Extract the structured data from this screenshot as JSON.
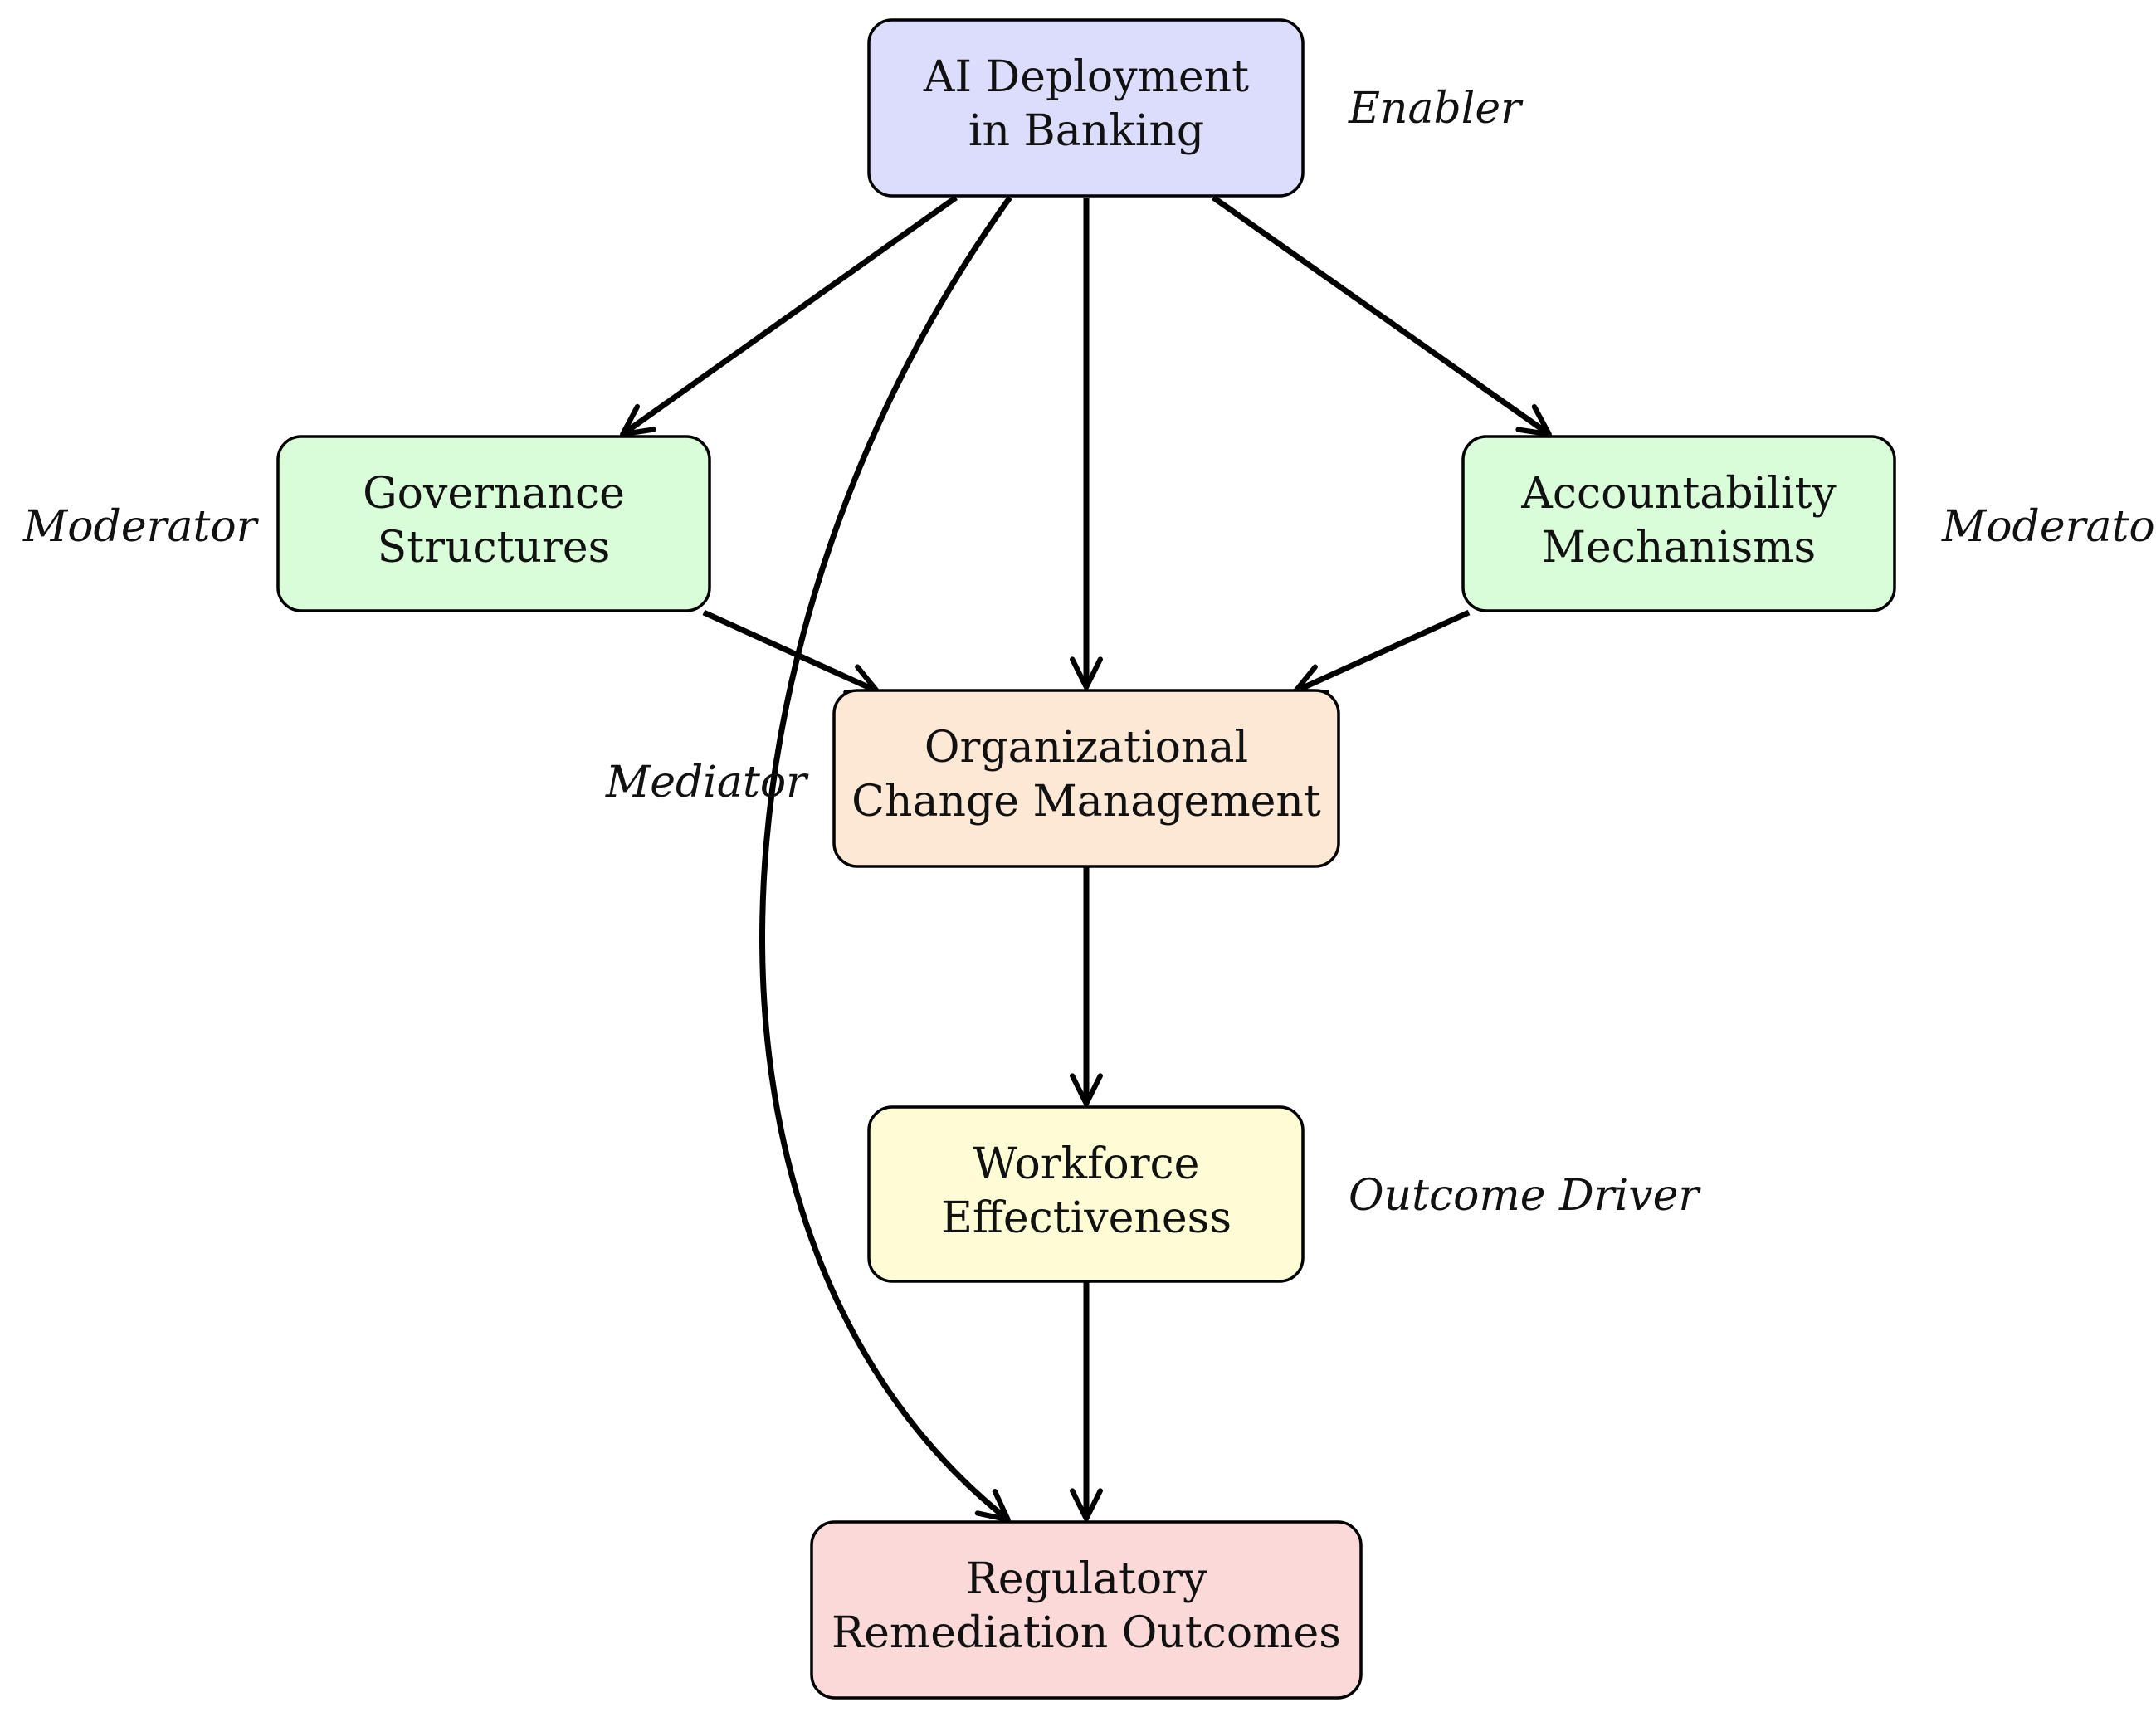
{
  "nodes": {
    "ai": {
      "line1": "AI Deployment",
      "line2": "in Banking",
      "fill": "#dcdcfc"
    },
    "governance": {
      "line1": "Governance",
      "line2": "Structures",
      "fill": "#d9fcd9"
    },
    "accountability": {
      "line1": "Accountability",
      "line2": "Mechanisms",
      "fill": "#d9fcd9"
    },
    "ocm": {
      "line1": "Organizational",
      "line2": "Change Management",
      "fill": "#fde8d5"
    },
    "workforce": {
      "line1": "Workforce",
      "line2": "Effectiveness",
      "fill": "#fdfcd5"
    },
    "regulatory": {
      "line1": "Regulatory",
      "line2": "Remediation Outcomes",
      "fill": "#fcd9d9"
    }
  },
  "roles": {
    "enabler": "Enabler",
    "moderator_left": "Moderator",
    "moderator_right": "Moderator",
    "mediator": "Mediator",
    "outcome_driver": "Outcome Driver"
  },
  "edges": [
    {
      "from": "ai",
      "to": "governance"
    },
    {
      "from": "ai",
      "to": "ocm"
    },
    {
      "from": "ai",
      "to": "accountability"
    },
    {
      "from": "ai",
      "to": "regulatory"
    },
    {
      "from": "governance",
      "to": "ocm"
    },
    {
      "from": "accountability",
      "to": "ocm"
    },
    {
      "from": "ocm",
      "to": "workforce"
    },
    {
      "from": "workforce",
      "to": "regulatory"
    }
  ]
}
